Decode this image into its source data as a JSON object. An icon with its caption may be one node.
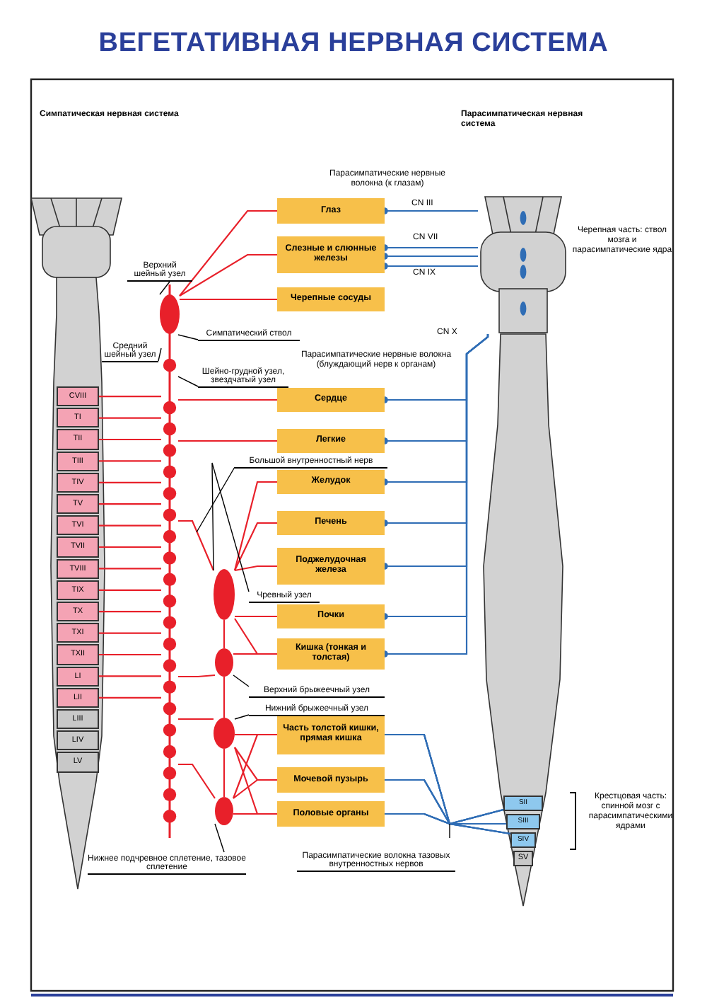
{
  "diagram": {
    "title": "ВЕГЕТАТИВНАЯ НЕРВНАЯ СИСТЕМА",
    "nodes": [
      {
        "text": [
          "Глаз"
        ]
      },
      {
        "text": [
          "Слезные и слюнные железы"
        ]
      },
      {
        "text": [
          "Черепные сосуды"
        ]
      },
      {
        "text": [
          "Сердце"
        ]
      },
      {
        "text": [
          "Легкие"
        ]
      },
      {
        "text": [
          "Желудок"
        ]
      },
      {
        "text": [
          "Печень"
        ]
      },
      {
        "text": [
          "Поджелудочная железа"
        ]
      },
      {
        "text": [
          "Почки"
        ]
      },
      {
        "text": [
          "Кишка (тонкая и толстая)"
        ]
      },
      {
        "text": [
          "Часть толстой кишки, прямая кишка"
        ]
      },
      {
        "text": [
          "Мочевой пузырь"
        ]
      },
      {
        "text": [
          "Половые органы"
        ]
      },
      {
        "text": [
          "CVIII"
        ]
      },
      {
        "text": [
          "TI"
        ]
      },
      {
        "text": [
          "TII"
        ]
      },
      {
        "text": [
          "TIII"
        ]
      },
      {
        "text": [
          "TIV"
        ]
      },
      {
        "text": [
          "TV"
        ]
      },
      {
        "text": [
          "TVI"
        ]
      },
      {
        "text": [
          "TVII"
        ]
      },
      {
        "text": [
          "TVIII"
        ]
      },
      {
        "text": [
          "TIX"
        ]
      },
      {
        "text": [
          "TX"
        ]
      },
      {
        "text": [
          "TXI"
        ]
      },
      {
        "text": [
          "TXII"
        ]
      },
      {
        "text": [
          "LI"
        ]
      },
      {
        "text": [
          "LII"
        ]
      },
      {
        "text": [
          "LIII"
        ]
      },
      {
        "text": [
          "LIV"
        ]
      },
      {
        "text": [
          "LV"
        ]
      },
      {
        "text": [],
        "shape": "bar"
      },
      {
        "text": [],
        "shape": "circle"
      },
      {
        "text": [],
        "shape": "circle"
      },
      {
        "text": [],
        "shape": "circle"
      },
      {
        "text": [],
        "shape": "circle"
      },
      {
        "text": [],
        "shape": "circle"
      },
      {
        "text": [],
        "shape": "picture",
        "beside": [
          "Черепная часть: ствол мозга и парасимпатические ядра"
        ]
      },
      {
        "text": [
          "SII"
        ]
      },
      {
        "text": [
          "SIII"
        ]
      },
      {
        "text": [
          "SIV"
        ]
      },
      {
        "text": [
          "SV"
        ]
      },
      {
        "text": [
          "Верхний шейный узел"
        ]
      },
      {
        "text": [
          "Средний шейный узел"
        ]
      },
      {
        "text": [
          "Симпатический ствол"
        ]
      },
      {
        "text": [
          "Шейно-грудной узел, звездчатый узел"
        ]
      },
      {
        "text": [
          "Большой внутренностный нерв"
        ]
      },
      {
        "text": [
          "Чревный узел"
        ]
      },
      {
        "text": [
          "Верхний брыжеечный узел"
        ]
      },
      {
        "text": [
          "Нижний брыжеечный узел"
        ]
      },
      {
        "text": [
          "Нижнее подчревное сплетение, тазовое сплетение"
        ]
      },
      {
        "text": [
          "Парасимпатические волокна тазовых внутренностных нервов"
        ]
      }
    ],
    "edges": [
      {
        "from": 13,
        "to": 31,
        "arrow": "none"
      },
      {
        "from": 14,
        "to": 31,
        "arrow": "none"
      },
      {
        "from": 15,
        "to": 31,
        "arrow": "none"
      },
      {
        "from": 16,
        "to": 31,
        "arrow": "none"
      },
      {
        "from": 17,
        "to": 31,
        "arrow": "none"
      },
      {
        "from": 18,
        "to": 31,
        "arrow": "none"
      },
      {
        "from": 19,
        "to": 31,
        "arrow": "none"
      },
      {
        "from": 20,
        "to": 31,
        "arrow": "none"
      },
      {
        "from": 21,
        "to": 31,
        "arrow": "none"
      },
      {
        "from": 22,
        "to": 31,
        "arrow": "none"
      },
      {
        "from": 23,
        "to": 31,
        "arrow": "none"
      },
      {
        "from": 24,
        "to": 31,
        "arrow": "none"
      },
      {
        "from": 25,
        "to": 31,
        "arrow": "none"
      },
      {
        "from": 26,
        "to": 31,
        "arrow": "none"
      },
      {
        "from": 27,
        "to": 31,
        "arrow": "none"
      },
      {
        "from": 32,
        "to": 0,
        "arrow": "none"
      },
      {
        "from": 32,
        "to": 1,
        "arrow": "none"
      },
      {
        "from": 32,
        "to": 2,
        "arrow": "none"
      },
      {
        "from": 31,
        "to": 3,
        "arrow": "none"
      },
      {
        "from": 31,
        "to": 4,
        "arrow": "none"
      },
      {
        "from": 31,
        "to": 33,
        "arrow": "none"
      },
      {
        "from": 31,
        "to": 34,
        "arrow": "none"
      },
      {
        "from": 31,
        "to": 35,
        "arrow": "none"
      },
      {
        "from": 31,
        "to": 36,
        "arrow": "none"
      },
      {
        "from": 33,
        "to": 5,
        "arrow": "none"
      },
      {
        "from": 33,
        "to": 6,
        "arrow": "none"
      },
      {
        "from": 33,
        "to": 7,
        "arrow": "none"
      },
      {
        "from": 33,
        "to": 8,
        "arrow": "none"
      },
      {
        "from": 33,
        "to": 9,
        "arrow": "none"
      },
      {
        "from": 33,
        "to": 34,
        "arrow": "none"
      },
      {
        "from": 34,
        "to": 9,
        "arrow": "none"
      },
      {
        "from": 34,
        "to": 35,
        "arrow": "none"
      },
      {
        "from": 35,
        "to": 10,
        "arrow": "none"
      },
      {
        "from": 35,
        "to": 11,
        "arrow": "none"
      },
      {
        "from": 35,
        "to": 12,
        "arrow": "none"
      },
      {
        "from": 35,
        "to": 36,
        "arrow": "none"
      },
      {
        "from": 36,
        "to": 10,
        "arrow": "none"
      },
      {
        "from": 36,
        "to": 11,
        "arrow": "none"
      },
      {
        "from": 36,
        "to": 12,
        "arrow": "none"
      },
      {
        "from": 37,
        "to": 0,
        "arrow": "other",
        "label": "CN III",
        "color": "#2f6db5"
      },
      {
        "from": 37,
        "to": 1,
        "arrow": "other",
        "label": "CN VII",
        "color": "#2f6db5"
      },
      {
        "from": 37,
        "to": 1,
        "arrow": "other",
        "color": "#2f6db5"
      },
      {
        "from": 37,
        "to": 1,
        "arrow": "other",
        "label": "CN IX",
        "color": "#2f6db5"
      },
      {
        "from": 37,
        "to": 3,
        "arrow": "other",
        "label": "CN X",
        "color": "#2f6db5"
      },
      {
        "from": 37,
        "to": 4,
        "arrow": "other",
        "color": "#2f6db5"
      },
      {
        "from": 37,
        "to": 5,
        "arrow": "other",
        "color": "#2f6db5"
      },
      {
        "from": 37,
        "to": 6,
        "arrow": "other",
        "color": "#2f6db5"
      },
      {
        "from": 37,
        "to": 7,
        "arrow": "other",
        "color": "#2f6db5"
      },
      {
        "from": 37,
        "to": 8,
        "arrow": "other",
        "color": "#2f6db5"
      },
      {
        "from": 37,
        "to": 9,
        "arrow": "other",
        "color": "#2f6db5"
      },
      {
        "from": 38,
        "to": 10,
        "arrow": "none",
        "color": "#2f6db5"
      },
      {
        "from": 38,
        "to": 11,
        "arrow": "none",
        "color": "#2f6db5"
      },
      {
        "from": 38,
        "to": 12,
        "arrow": "none",
        "color": "#2f6db5"
      },
      {
        "from": 39,
        "to": 10,
        "arrow": "none",
        "color": "#2f6db5"
      },
      {
        "from": 39,
        "to": 11,
        "arrow": "none",
        "color": "#2f6db5"
      },
      {
        "from": 39,
        "to": 12,
        "arrow": "none",
        "color": "#2f6db5"
      },
      {
        "from": 40,
        "to": 10,
        "arrow": "none",
        "color": "#2f6db5"
      },
      {
        "from": 40,
        "to": 11,
        "arrow": "none",
        "color": "#2f6db5"
      },
      {
        "from": 40,
        "to": 12,
        "arrow": "none",
        "color": "#2f6db5"
      },
      {
        "from": 42,
        "to": 32,
        "arrow": "none",
        "color": "#000000"
      },
      {
        "from": 43,
        "to": 31,
        "arrow": "none",
        "color": "#000000"
      },
      {
        "from": 44,
        "to": 31,
        "arrow": "none",
        "color": "#000000"
      },
      {
        "from": 45,
        "to": 31,
        "arrow": "none",
        "color": "#000000"
      },
      {
        "from": 46,
        "to": null,
        "arrow": "none",
        "color": "#000000"
      },
      {
        "from": 47,
        "to": 33,
        "arrow": "none",
        "color": "#000000"
      },
      {
        "from": 48,
        "to": 34,
        "arrow": "none",
        "color": "#000000"
      },
      {
        "from": 49,
        "to": 35,
        "arrow": "none",
        "color": "#000000"
      },
      {
        "from": 50,
        "to": 36,
        "arrow": "none",
        "color": "#000000"
      },
      {
        "from": 51,
        "to": null,
        "arrow": "none",
        "color": "#000000"
      }
    ],
    "labels": [
      "Симпатическая нервная система",
      "Парасимпатическая нервная система",
      "Парасимпатические нервные волокна (к глазам)",
      "Парасимпатические нервные волокна (блуждающий нерв к органам)",
      "Крестцовая часть: спинной мозг с парасимпатическими ядрами"
    ]
  }
}
